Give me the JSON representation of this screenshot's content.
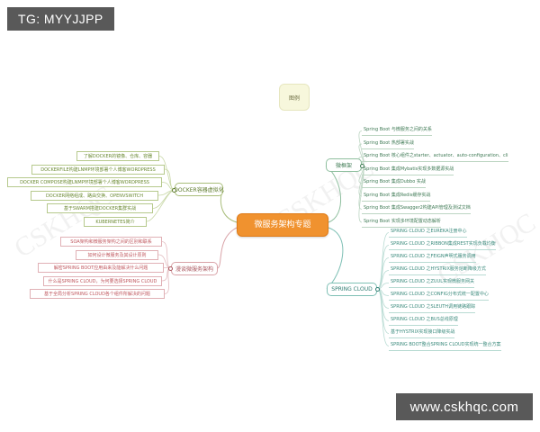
{
  "watermarks": {
    "top_left": "TG: MYYJJPP",
    "bottom_right": "www.cskhqc.com",
    "ghost_text": "CSKHQC"
  },
  "legend": {
    "label": "图例"
  },
  "mindmap": {
    "root": {
      "label": "微服务架构专题",
      "color": "#f0922f"
    },
    "branches": [
      {
        "id": "weikuangjia",
        "label": "微框架",
        "color": "#3d7a52",
        "side": "right",
        "items": [
          "Spring Boot 与微服务之间的关系",
          "Spring Boot 热部署实战",
          "Spring Boot 核心组件之starter、actuator、auto-configuration、cli",
          "Spring Boot 集成Mybatis实现多数据源实战",
          "Spring Boot 集成Dubbo 实战",
          "Spring Boot 集成Redis缓存实战",
          "Spring Boot 集成Swagger2构建API管理及测试文档",
          "Spring Boot 实现多环境配置动态解析"
        ]
      },
      {
        "id": "springcloud",
        "label": "SPRING CLOUD",
        "color": "#2f7d72",
        "side": "right",
        "items": [
          "SPRING CLOUD 之EUREKA注册中心",
          "SPRING CLOUD 之RIBBON集成REST实现负载均衡",
          "SPRING CLOUD 之FEIGN声明式服务调用",
          "SPRING CLOUD 之HYSTRIX服务熔断降级方式",
          "SPRING CLOUD 之ZUUL实现微服务网关",
          "SPRING CLOUD 之CONFIG分布式统一配置中心",
          "SPRING CLOUD 之SLEUTH调用链路跟踪",
          "SPRING CLOUD 之BUS总线原理",
          "基于HYSTRIX实现接口降级实战",
          "SPRING BOOT整合SPRING CLOUD实现统一整合方案"
        ]
      },
      {
        "id": "docker",
        "label": "DOCKER容器虚拟化",
        "color": "#5d7a2c",
        "side": "left",
        "items": [
          "了解DOCKER的镜像、仓库、容器",
          "DOCKERFILE构建LNMP环境部署个人博客WORDPRESS",
          "DOCKER COMPOSE构建LNMP环境部署个人博客WORDPRESS",
          "DOCKER网络组成、路由交换、OPENVSWITCH",
          "基于SWARM搭建DOCKER集群实战",
          "KUBERNETES简介"
        ]
      },
      {
        "id": "mantan",
        "label": "漫谈微服务架构",
        "color": "#a8545c",
        "side": "left",
        "items": [
          "SOA架构和微服务架构之间的区别和联系",
          "如何设计微服务及其设计原则",
          "解密SPRING BOOT应用由来及能解决什么问题",
          "什么是SPRING CLOUD，为何要选择SPRING CLOUD",
          "基于全局分析SPRING CLOUD各个组件所解决的问题"
        ]
      }
    ]
  }
}
